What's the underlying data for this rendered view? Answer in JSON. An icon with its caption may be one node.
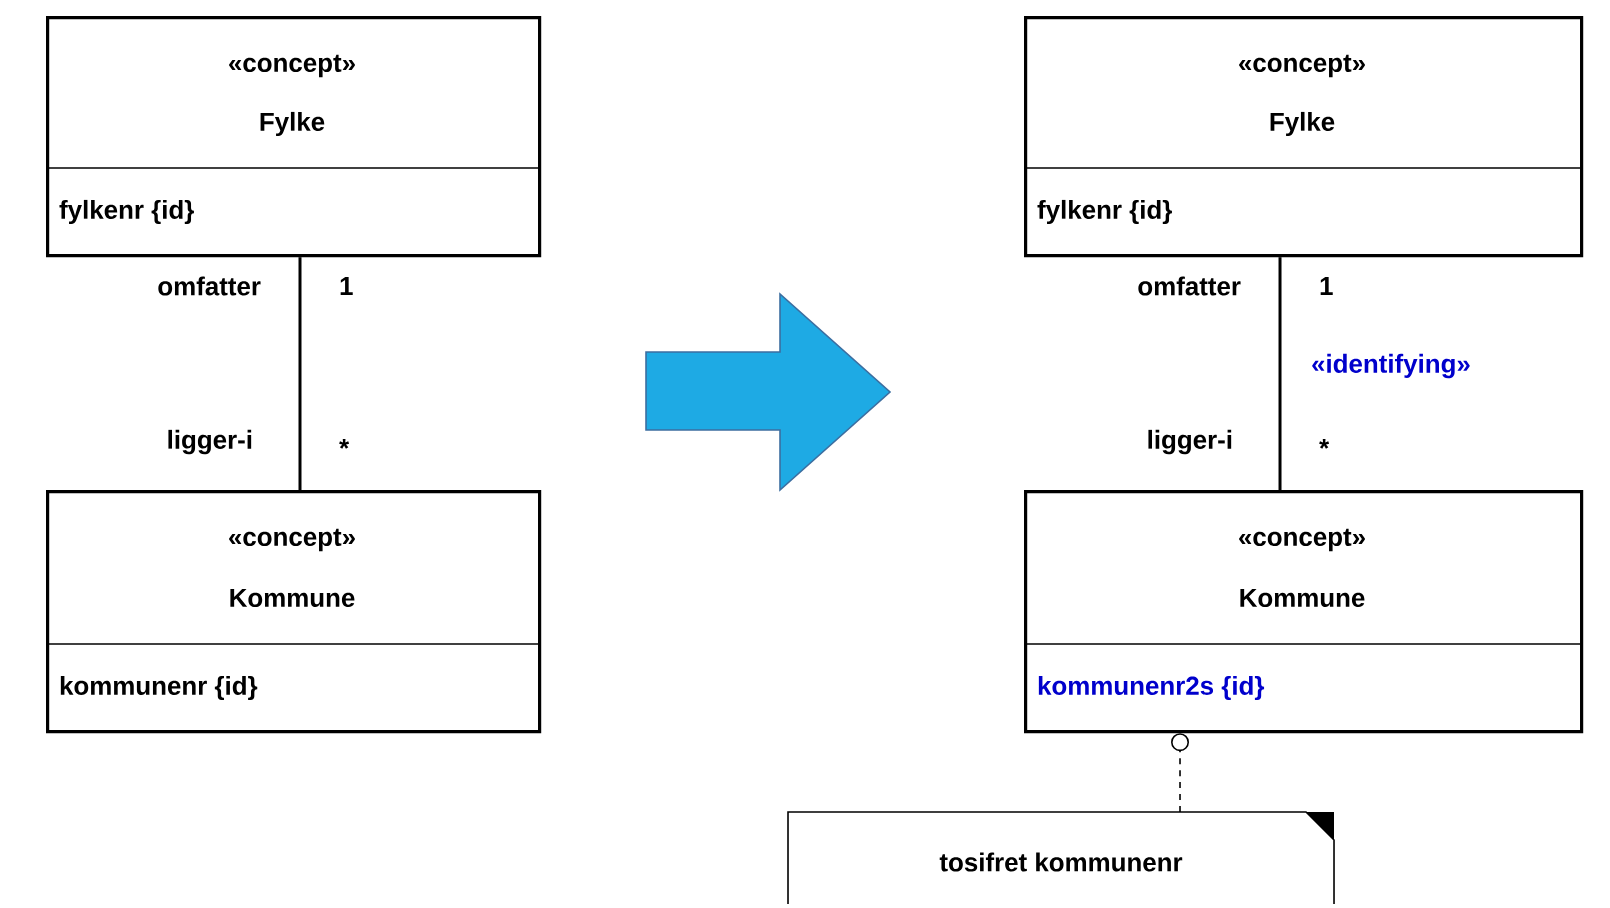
{
  "diagram": {
    "nodes": [
      {
        "text": [
          "«concept»",
          "Fylke",
          "fylkenr {id}"
        ]
      },
      {
        "text": [
          "«concept»",
          "Kommune",
          "kommunenr {id}"
        ]
      },
      {
        "text": [
          "«concept»",
          "Fylke",
          "fylkenr {id}"
        ]
      },
      {
        "text": [
          "«concept»",
          "Kommune",
          "kommunenr2s {id}"
        ]
      },
      {
        "text": [
          "tosifret kommunenr"
        ]
      }
    ],
    "edges": [
      {
        "from": 0,
        "to": 1,
        "arrow": "none"
      },
      {
        "from": 2,
        "to": 3,
        "arrow": "none",
        "label": "«identifying»"
      },
      {
        "from": 4,
        "to": 3,
        "arrow": "other",
        "style": "dashed"
      }
    ],
    "labels": [
      "omfatter",
      "1",
      "ligger-i",
      "*",
      "omfatter",
      "1",
      "ligger-i",
      "*"
    ]
  }
}
